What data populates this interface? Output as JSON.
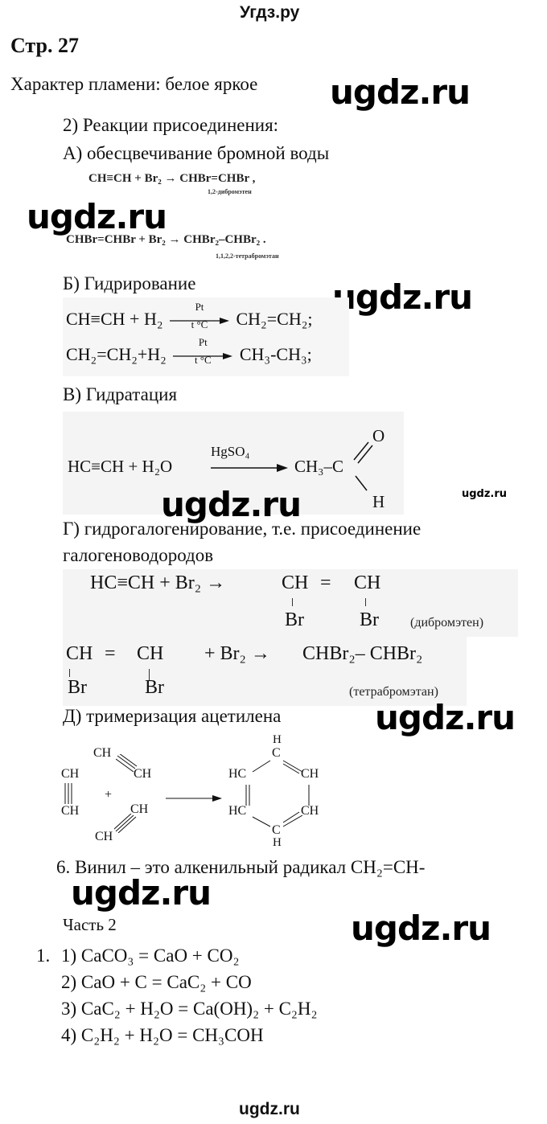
{
  "header": {
    "site_name": "Угдз.ру"
  },
  "page_label": "Стр. 27",
  "flame_text": "Характер пламени: белое яркое",
  "watermarks": [
    "ugdz.ru",
    "ugdz.ru",
    "ugdz.ru",
    "ugdz.ru",
    "ugdz.ru",
    "ugdz.ru",
    "ugdz.ru"
  ],
  "watermark_small": "ugdz.ru",
  "section_addition": {
    "title": "2) Реакции присоединения:",
    "a": {
      "title": "А) обесцвечивание бромной воды",
      "eq1": "CH≡CH + Br₂ → CHBr=CHBr ,",
      "eq1_note": "1,2-дибромэтен",
      "eq2": "CHBr=CHBr + Br₂ → CHBr₂–CHBr₂ .",
      "eq2_note": "1,1,2,2-тетрабромэтан"
    },
    "b": {
      "title": "Б) Гидрирование",
      "eq1_left": "CH≡CH + H₂",
      "eq1_right": "CH₂=CH₂;",
      "eq2_left": "CH₂=CH₂+H₂",
      "eq2_right": "CH₃-CH₃;",
      "catalyst": "Pt",
      "condition": "t °C"
    },
    "v": {
      "title": "В) Гидратация",
      "eq_left": "HC≡CH + H₂O",
      "catalyst": "HgSO₄",
      "eq_right": "CH₃–C",
      "o": "O",
      "h": "H"
    },
    "g": {
      "title_line1": "Г) гидрогалогенирование, т.е. присоединение",
      "title_line2": "галогеноводородов",
      "eq1_left": "HC≡CH + Br₂ →",
      "eq1_ch1": "CH",
      "eq1_eq": "=",
      "eq1_ch2": "CH",
      "br": "Br",
      "eq1_note": "(дибромэтен)",
      "eq2_ch1": "CH",
      "eq2_eq": "=",
      "eq2_ch2": "CH",
      "eq2_mid": "+ Br₂ →",
      "eq2_right": "CHBr₂– CHBr₂",
      "eq2_note": "(тетрабромэтан)"
    },
    "d": {
      "title": "Д) тримеризация ацетилена",
      "ch": "CH",
      "hc": "HC",
      "c": "C",
      "h": "H",
      "plus": "+"
    }
  },
  "item6": "6. Винил – это алкенильный радикал CH₂=CH-",
  "part2": {
    "title": "Часть 2",
    "number": "1.",
    "equations": [
      "1) CaCO₃ = CaO + CO₂",
      "2) CaO + C = CaC₂ + CO",
      "3) CaC₂ + H₂O = Ca(OH)₂ + C₂H₂",
      "4) C₂H₂ + H₂O = CH₃COH"
    ]
  },
  "footer": {
    "site_name": "ugdz.ru"
  }
}
